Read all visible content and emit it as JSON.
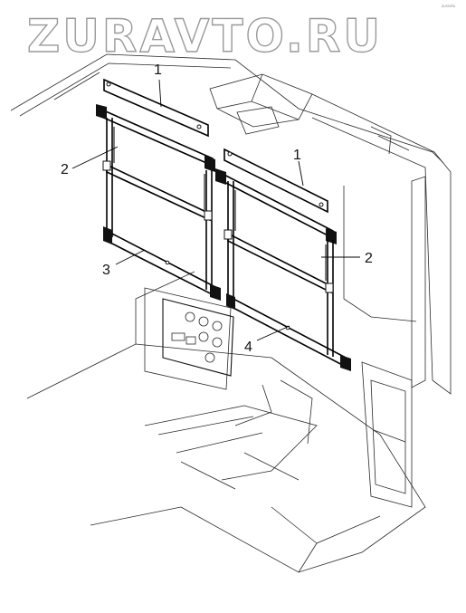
{
  "watermark": "ZURAVTO.RU",
  "corner_mark": "zuravto",
  "callouts": [
    {
      "id": "c1a",
      "label": "1"
    },
    {
      "id": "c2a",
      "label": "2"
    },
    {
      "id": "c3",
      "label": "3"
    },
    {
      "id": "c1b",
      "label": "1"
    },
    {
      "id": "c2b",
      "label": "2"
    },
    {
      "id": "c4",
      "label": "4"
    }
  ]
}
